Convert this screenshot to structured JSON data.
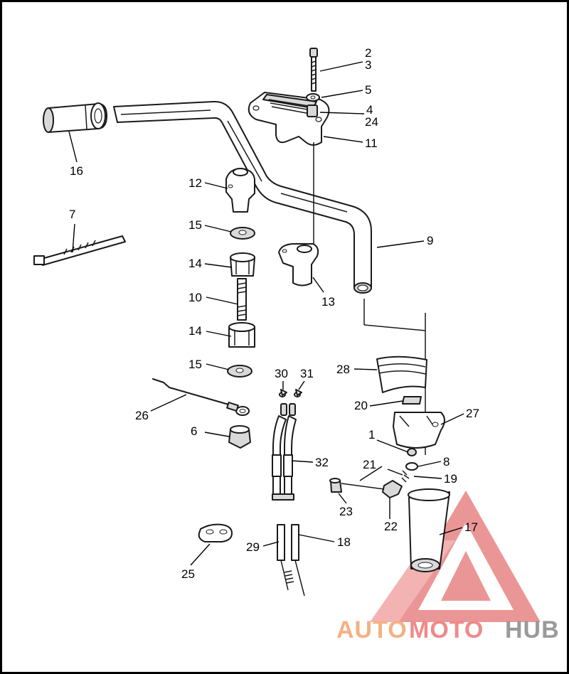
{
  "callouts": [
    {
      "id": "c2",
      "text": "2"
    },
    {
      "id": "c3",
      "text": "3"
    },
    {
      "id": "c5",
      "text": "5"
    },
    {
      "id": "c4",
      "text": "4"
    },
    {
      "id": "c24",
      "text": "24"
    },
    {
      "id": "c11",
      "text": "11"
    },
    {
      "id": "c16",
      "text": "16"
    },
    {
      "id": "c12",
      "text": "12"
    },
    {
      "id": "c7",
      "text": "7"
    },
    {
      "id": "c9",
      "text": "9"
    },
    {
      "id": "c15a",
      "text": "15"
    },
    {
      "id": "c14a",
      "text": "14"
    },
    {
      "id": "c13",
      "text": "13"
    },
    {
      "id": "c10",
      "text": "10"
    },
    {
      "id": "c14b",
      "text": "14"
    },
    {
      "id": "c15b",
      "text": "15"
    },
    {
      "id": "c30",
      "text": "30"
    },
    {
      "id": "c31",
      "text": "31"
    },
    {
      "id": "c28",
      "text": "28"
    },
    {
      "id": "c26",
      "text": "26"
    },
    {
      "id": "c20",
      "text": "20"
    },
    {
      "id": "c27",
      "text": "27"
    },
    {
      "id": "c6",
      "text": "6"
    },
    {
      "id": "c1",
      "text": "1"
    },
    {
      "id": "c8",
      "text": "8"
    },
    {
      "id": "c32",
      "text": "32"
    },
    {
      "id": "c21",
      "text": "21"
    },
    {
      "id": "c19",
      "text": "19"
    },
    {
      "id": "c23",
      "text": "23"
    },
    {
      "id": "c22",
      "text": "22"
    },
    {
      "id": "c17",
      "text": "17"
    },
    {
      "id": "c29",
      "text": "29"
    },
    {
      "id": "c18",
      "text": "18"
    },
    {
      "id": "c25",
      "text": "25"
    }
  ],
  "watermark": {
    "auto": "AUTO",
    "moto": "MOTO",
    "hub": "HUB",
    "colors": {
      "auto": "#f4b183",
      "moto": "#ef8a8a",
      "hub": "#9a9a9a",
      "logo": "#e57373"
    }
  }
}
